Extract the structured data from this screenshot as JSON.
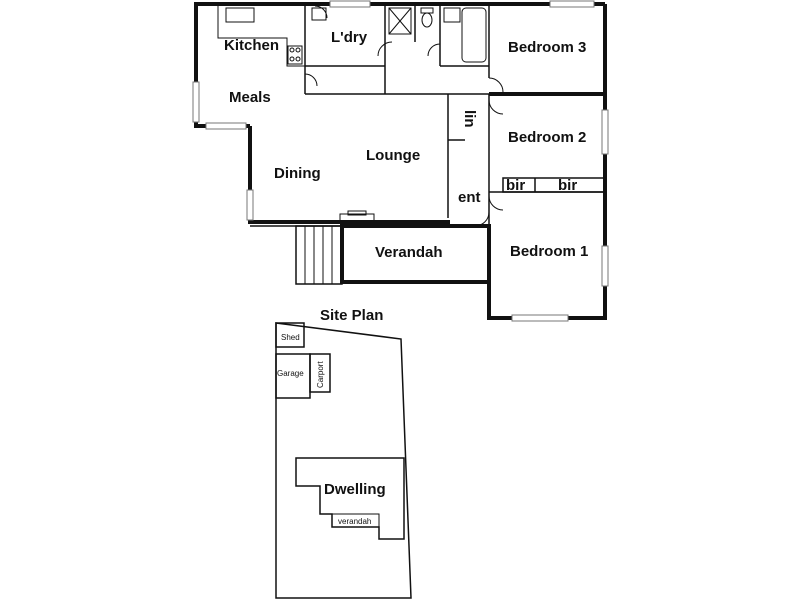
{
  "floor_plan": {
    "rooms": {
      "kitchen": "Kitchen",
      "laundry": "L'dry",
      "bedroom3": "Bedroom 3",
      "meals": "Meals",
      "lin": "lin",
      "bedroom2": "Bedroom 2",
      "lounge": "Lounge",
      "dining": "Dining",
      "bir1": "bir",
      "bir2": "bir",
      "entry": "ent",
      "bedroom1": "Bedroom 1",
      "verandah": "Verandah"
    }
  },
  "site_plan": {
    "title": "Site Plan",
    "shed": "Shed",
    "garage": "Garage",
    "carport": "Carport",
    "dwelling": "Dwelling",
    "verandah": "verandah"
  }
}
